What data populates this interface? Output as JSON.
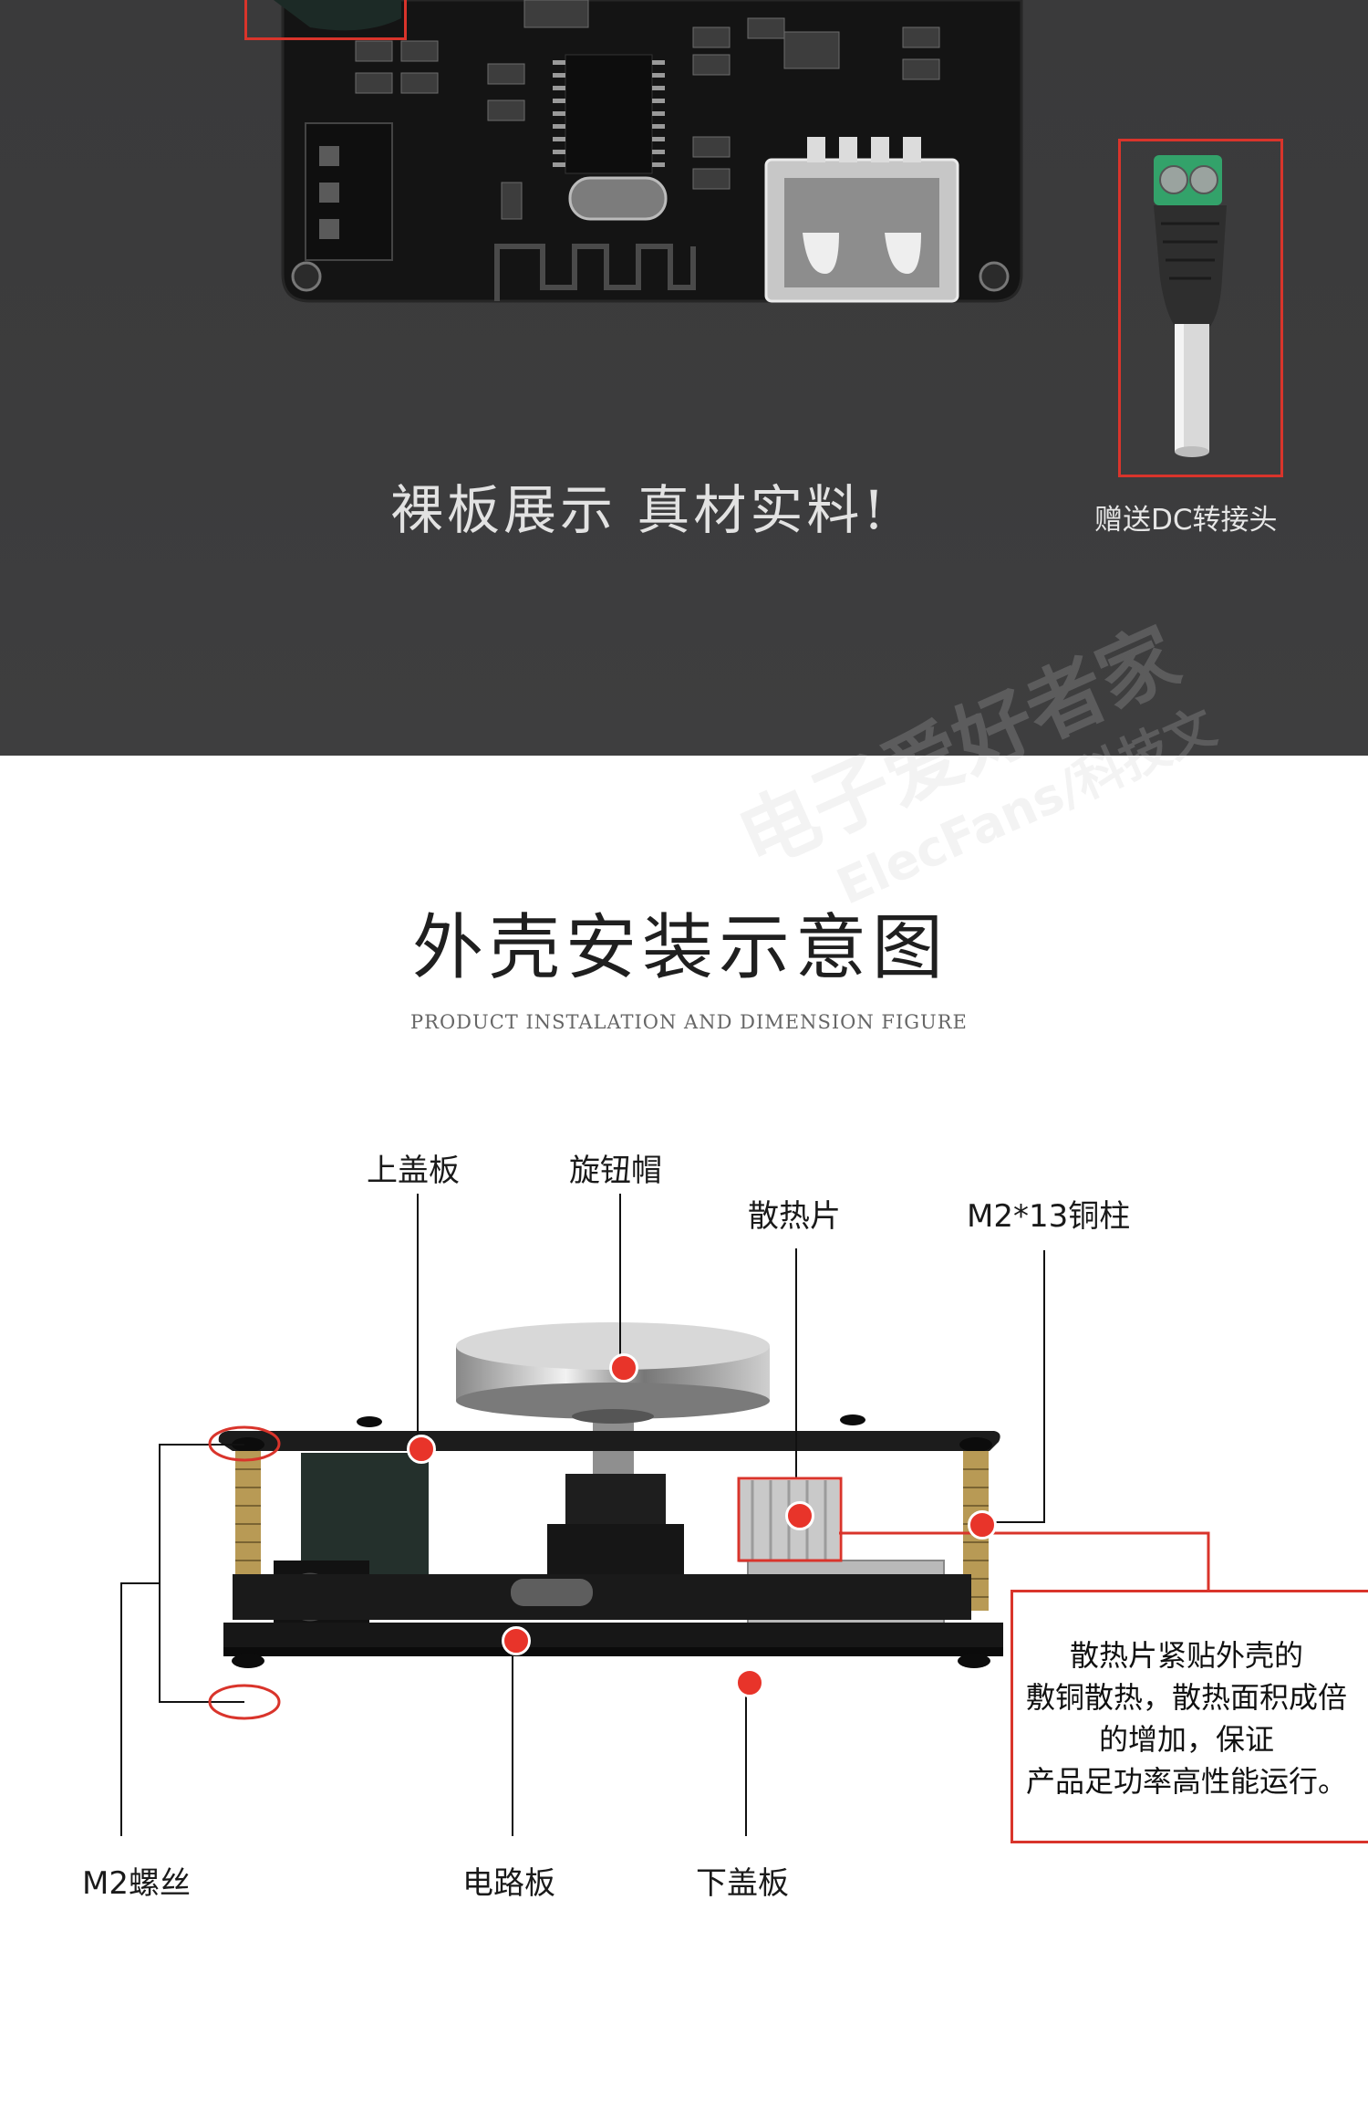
{
  "top_section": {
    "caption": "裸板展示 真材实料!",
    "accessory_caption": "赠送DC转接头"
  },
  "bottom_section": {
    "title_cn": "外壳安装示意图",
    "title_en": "PRODUCT INSTALATION AND DIMENSION FIGURE",
    "labels": {
      "top_cover": "上盖板",
      "knob_cap": "旋钮帽",
      "heatsink": "散热片",
      "copper_standoff": "M2*13铜柱",
      "m2_screw": "M2螺丝",
      "circuit_board": "电路板",
      "bottom_cover": "下盖板"
    },
    "note_lines": [
      "散热片紧贴外壳的",
      "敷铜散热，散热面积成倍",
      "的增加，保证",
      "产品足功率高性能运行。"
    ]
  },
  "watermark": {
    "line1": "电子爱好者家",
    "line2": "ElecFans/科技文"
  },
  "colors": {
    "top_background": "#3c3c3d",
    "highlight_red": "#d9342b",
    "marker_red": "#e8342a",
    "pcb_black": "#161616",
    "brass": "#b89a55"
  }
}
